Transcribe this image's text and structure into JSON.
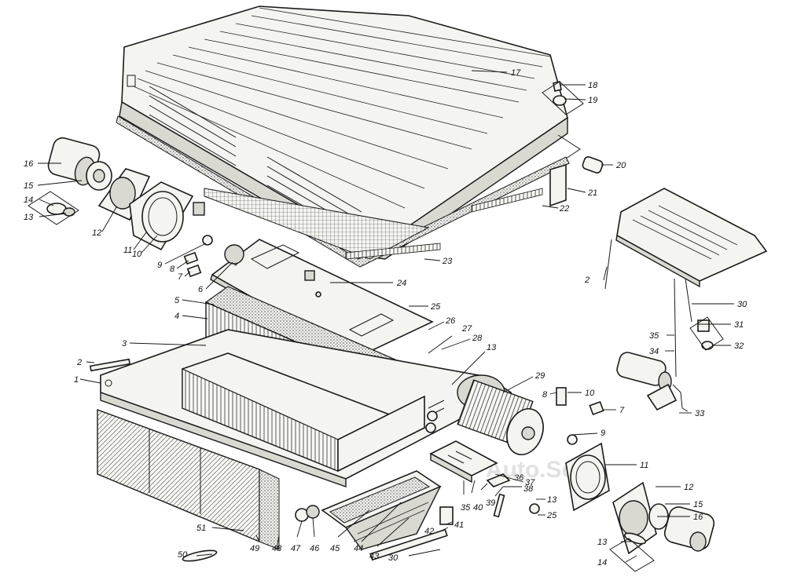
{
  "figure": {
    "watermark": "Auto.Soft",
    "callouts": [
      {
        "id": "c17",
        "label": "17"
      },
      {
        "id": "c18",
        "label": "18"
      },
      {
        "id": "c19",
        "label": "19"
      },
      {
        "id": "c20",
        "label": "20"
      },
      {
        "id": "c21",
        "label": "21"
      },
      {
        "id": "c22",
        "label": "22"
      },
      {
        "id": "c23",
        "label": "23"
      },
      {
        "id": "c24",
        "label": "24"
      },
      {
        "id": "c25",
        "label": "25"
      },
      {
        "id": "c26",
        "label": "26"
      },
      {
        "id": "c27",
        "label": "27"
      },
      {
        "id": "c28",
        "label": "28"
      },
      {
        "id": "c13a",
        "label": "13"
      },
      {
        "id": "c29",
        "label": "29"
      },
      {
        "id": "c16a",
        "label": "16"
      },
      {
        "id": "c15a",
        "label": "15"
      },
      {
        "id": "c14a",
        "label": "14"
      },
      {
        "id": "c13b",
        "label": "13"
      },
      {
        "id": "c12a",
        "label": "12"
      },
      {
        "id": "c11a",
        "label": "11"
      },
      {
        "id": "c10a",
        "label": "10"
      },
      {
        "id": "c9a",
        "label": "9"
      },
      {
        "id": "c8a",
        "label": "8"
      },
      {
        "id": "c7a",
        "label": "7"
      },
      {
        "id": "c6",
        "label": "6"
      },
      {
        "id": "c5",
        "label": "5"
      },
      {
        "id": "c4",
        "label": "4"
      },
      {
        "id": "c3",
        "label": "3"
      },
      {
        "id": "c2a",
        "label": "2"
      },
      {
        "id": "c1",
        "label": "1"
      },
      {
        "id": "c2b",
        "label": "2"
      },
      {
        "id": "c30a",
        "label": "30"
      },
      {
        "id": "c31",
        "label": "31"
      },
      {
        "id": "c32",
        "label": "32"
      },
      {
        "id": "c35a",
        "label": "35"
      },
      {
        "id": "c34",
        "label": "34"
      },
      {
        "id": "c33",
        "label": "33"
      },
      {
        "id": "c8b",
        "label": "8"
      },
      {
        "id": "c10b",
        "label": "10"
      },
      {
        "id": "c7b",
        "label": "7"
      },
      {
        "id": "c9b",
        "label": "9"
      },
      {
        "id": "c11b",
        "label": "11"
      },
      {
        "id": "c12b",
        "label": "12"
      },
      {
        "id": "c15b",
        "label": "15"
      },
      {
        "id": "c16b",
        "label": "16"
      },
      {
        "id": "c13c",
        "label": "13"
      },
      {
        "id": "c14b",
        "label": "14"
      },
      {
        "id": "c37",
        "label": "37"
      },
      {
        "id": "c36",
        "label": "36"
      },
      {
        "id": "c38",
        "label": "38"
      },
      {
        "id": "c39",
        "label": "39"
      },
      {
        "id": "c40",
        "label": "40"
      },
      {
        "id": "c35b",
        "label": "35"
      },
      {
        "id": "c13d",
        "label": "13"
      },
      {
        "id": "c25b",
        "label": "25"
      },
      {
        "id": "c41",
        "label": "41"
      },
      {
        "id": "c42",
        "label": "42"
      },
      {
        "id": "c51",
        "label": "51"
      },
      {
        "id": "c50",
        "label": "50"
      },
      {
        "id": "c49",
        "label": "49"
      },
      {
        "id": "c48",
        "label": "48"
      },
      {
        "id": "c47",
        "label": "47"
      },
      {
        "id": "c46",
        "label": "46"
      },
      {
        "id": "c45",
        "label": "45"
      },
      {
        "id": "c44",
        "label": "44"
      },
      {
        "id": "c43",
        "label": "43"
      },
      {
        "id": "c30b",
        "label": "30"
      }
    ]
  }
}
